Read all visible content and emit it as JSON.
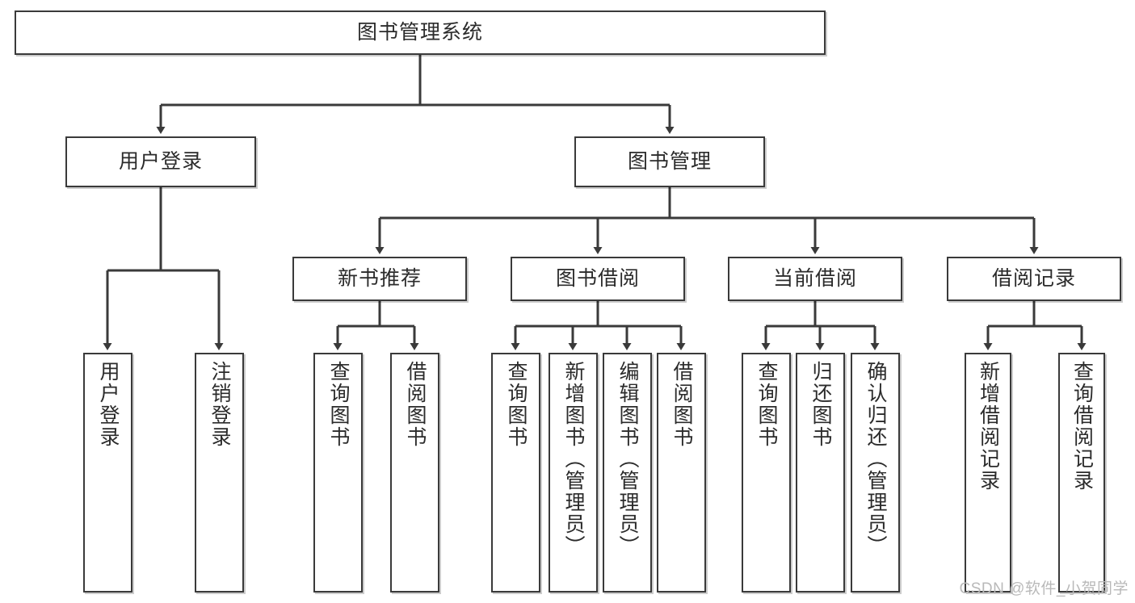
{
  "diagram": {
    "title": "图书管理系统",
    "type": "hierarchy-tree",
    "line_color": "#3a3a3a",
    "box_fill": "#ffffff",
    "text_color": "#2b2b2b",
    "root": {
      "label": "图书管理系统"
    },
    "level2": [
      {
        "label": "用户登录"
      },
      {
        "label": "图书管理"
      }
    ],
    "level3": [
      {
        "label": "新书推荐"
      },
      {
        "label": "图书借阅"
      },
      {
        "label": "当前借阅"
      },
      {
        "label": "借阅记录"
      }
    ],
    "leaves": {
      "user_login": [
        {
          "label": "用户登录"
        },
        {
          "label": "注销登录"
        }
      ],
      "new_book_recommend": [
        {
          "label": "查询图书"
        },
        {
          "label": "借阅图书"
        }
      ],
      "book_borrow": [
        {
          "label": "查询图书"
        },
        {
          "label": "新增图书（管理员）"
        },
        {
          "label": "编辑图书（管理员）"
        },
        {
          "label": "借阅图书"
        }
      ],
      "current_borrow": [
        {
          "label": "查询图书"
        },
        {
          "label": "归还图书"
        },
        {
          "label": "确认归还（管理员）"
        }
      ],
      "borrow_record": [
        {
          "label": "新增借阅记录"
        },
        {
          "label": "查询借阅记录"
        }
      ]
    }
  },
  "watermark": {
    "text": "CSDN @软件_小贺同学"
  }
}
